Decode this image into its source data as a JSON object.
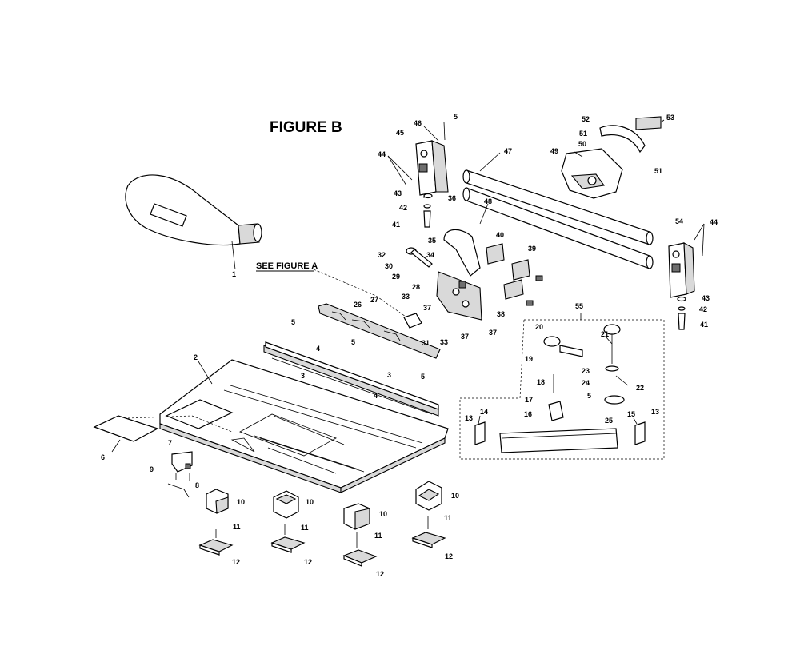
{
  "figure": {
    "title": "FIGURE B",
    "reference": "SEE FIGURE A"
  },
  "callouts": {
    "p1": "1",
    "p2": "2",
    "p3a": "3",
    "p3b": "3",
    "p4a": "4",
    "p4b": "4",
    "p5a": "5",
    "p5b": "5",
    "p5c": "5",
    "p5d": "5",
    "p5e": "5",
    "p6": "6",
    "p7": "7",
    "p8": "8",
    "p9": "9",
    "p10a": "10",
    "p10b": "10",
    "p10c": "10",
    "p10d": "10",
    "p11a": "11",
    "p11b": "11",
    "p11c": "11",
    "p11d": "11",
    "p12a": "12",
    "p12b": "12",
    "p12c": "12",
    "p12d": "12",
    "p13a": "13",
    "p13b": "13",
    "p14": "14",
    "p15": "15",
    "p16": "16",
    "p17": "17",
    "p18": "18",
    "p19": "19",
    "p20": "20",
    "p21": "21",
    "p22": "22",
    "p23": "23",
    "p24": "24",
    "p25": "25",
    "p26": "26",
    "p27": "27",
    "p28": "28",
    "p29": "29",
    "p30": "30",
    "p31": "31",
    "p32": "32",
    "p33a": "33",
    "p33b": "33",
    "p34": "34",
    "p35": "35",
    "p36": "36",
    "p37a": "37",
    "p37b": "37",
    "p37c": "37",
    "p38": "38",
    "p39": "39",
    "p40": "40",
    "p41a": "41",
    "p41b": "41",
    "p42a": "42",
    "p42b": "42",
    "p43a": "43",
    "p43b": "43",
    "p44a": "44",
    "p44b": "44",
    "p45": "45",
    "p46": "46",
    "p47": "47",
    "p48": "48",
    "p49": "49",
    "p50": "50",
    "p51a": "51",
    "p51b": "51",
    "p52": "52",
    "p53": "53",
    "p54": "54",
    "p55": "55"
  }
}
